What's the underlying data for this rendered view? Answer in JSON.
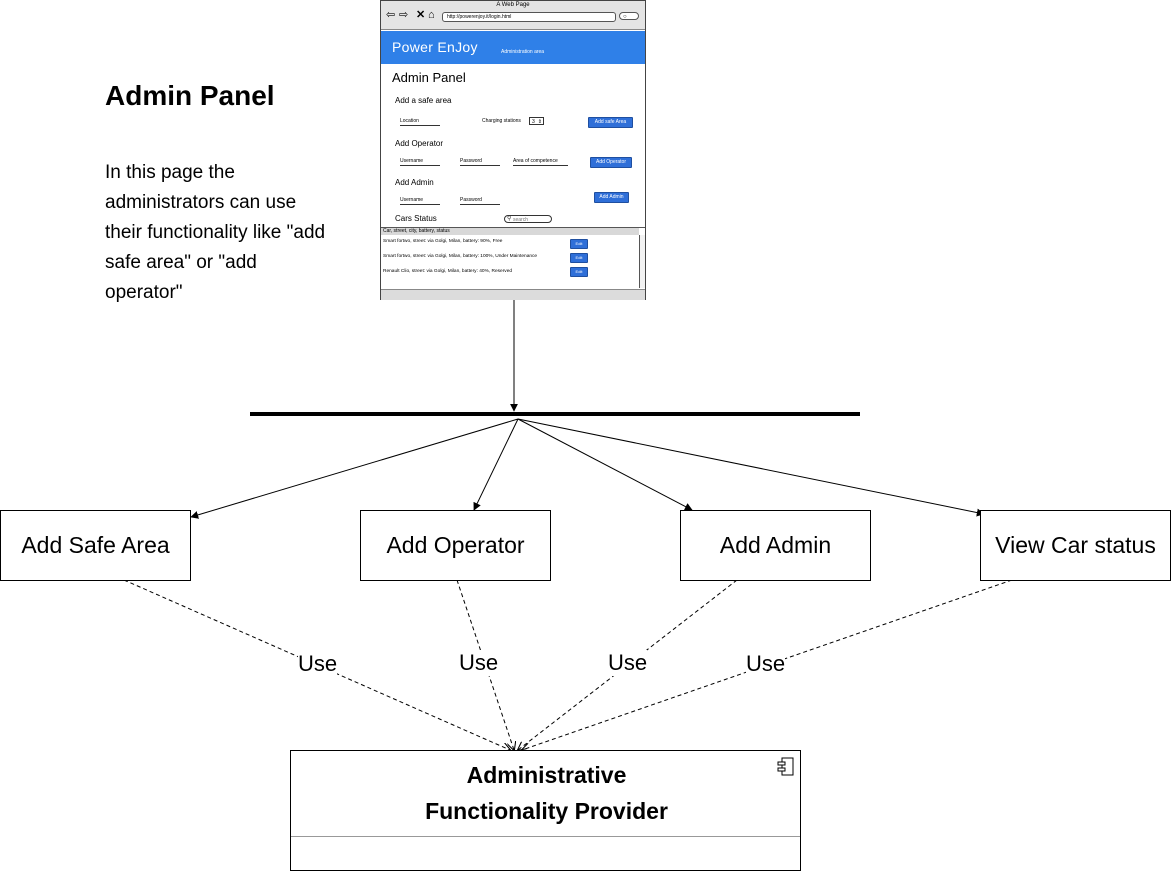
{
  "annotation": {
    "title": "Admin Panel",
    "description": "In this page the administrators can use their functionality like \"add safe area\" or \"add operator\""
  },
  "wireframe": {
    "window_title": "A Web Page",
    "url": "http://powerenjoy.it/login.html",
    "brand": "Power EnJoy",
    "subtitle": "Administration area",
    "heading": "Admin Panel",
    "safe_area": {
      "title": "Add a safe area",
      "location_label": "Location",
      "charging_label": "Charging stations",
      "charging_value": "3",
      "button": "Add safe Area"
    },
    "operator": {
      "title": "Add Operator",
      "username_label": "Username",
      "password_label": "Password",
      "competence_label": "Area of competence",
      "button": "Add Operator"
    },
    "admin": {
      "title": "Add Admin",
      "username_label": "Username",
      "password_label": "Password",
      "button": "Add Admin"
    },
    "cars": {
      "title": "Cars Status",
      "search_placeholder": "search",
      "list_header": "Car, street, city, battery, status",
      "rows": [
        {
          "text": "Smart fortwo, street: via Golgi, Milan, battery: 90%, Free",
          "button": "Edit"
        },
        {
          "text": "Smart fortwo, street: via Golgi, Milan, battery: 100%, Under Maintenance",
          "button": "Edit"
        },
        {
          "text": "Renault Clio, street: via Golgi, Milan, battery: 40%, Reserved",
          "button": "Edit"
        }
      ]
    }
  },
  "functions": [
    {
      "label": "Add Safe Area"
    },
    {
      "label": "Add Operator"
    },
    {
      "label": "Add Admin"
    },
    {
      "label": "View Car status"
    }
  ],
  "use_label": "Use",
  "provider": {
    "line1": "Administrative",
    "line2": "Functionality Provider"
  }
}
